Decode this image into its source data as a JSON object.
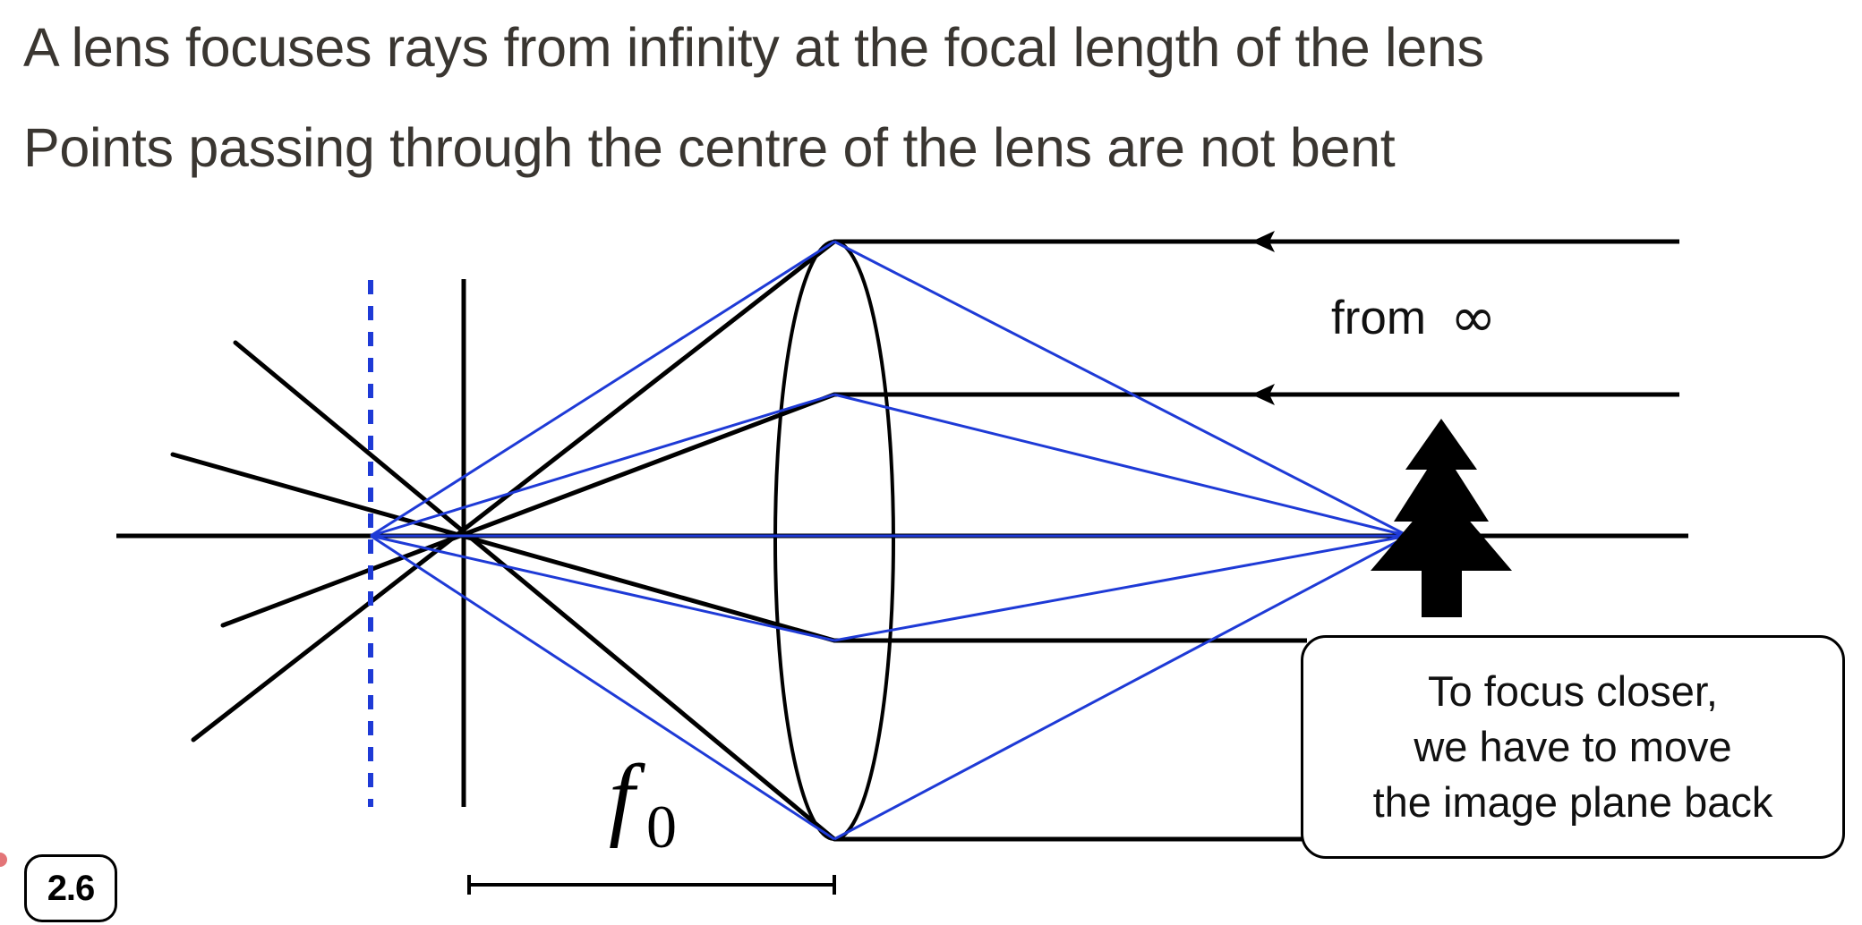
{
  "heading": {
    "line1": "A lens focuses rays from infinity at the focal length of the lens",
    "line2": "Points passing through the centre of the lens are not bent"
  },
  "diagram": {
    "infinity_label": "from",
    "infinity_symbol": "∞",
    "focal_symbol": "f",
    "focal_subscript": "0",
    "callout_lines": [
      "To focus closer,",
      "we have to move",
      "the image plane back"
    ],
    "colors": {
      "ray_black": "#000000",
      "ray_blue": "#1e3ad6",
      "image_plane_dash": "#1e3ad6"
    },
    "icons": {
      "object": "tree-icon",
      "arrow": "arrowhead-left-icon"
    }
  },
  "slide": {
    "number": "2.6"
  }
}
